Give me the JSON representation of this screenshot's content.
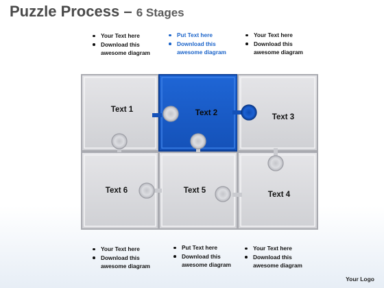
{
  "title": {
    "main": "Puzzle Process",
    "dash": "–",
    "sub": "6 Stages"
  },
  "top_notes": [
    {
      "items": [
        "Your Text here",
        "Download this awesome diagram"
      ]
    },
    {
      "items": [
        "Put Text here",
        "Download this awesome diagram"
      ]
    },
    {
      "items": [
        "Your Text here",
        "Download this awesome diagram"
      ]
    }
  ],
  "bottom_notes": [
    {
      "items": [
        "Your Text here",
        "Download this awesome diagram"
      ]
    },
    {
      "items": [
        "Put Text here",
        "Download this awesome diagram"
      ]
    },
    {
      "items": [
        "Your Text here",
        "Download this awesome diagram"
      ]
    }
  ],
  "pieces": {
    "top_left": "Text 1",
    "top_middle": "Text 2",
    "top_right": "Text 3",
    "bottom_right": "Text 4",
    "bottom_middle": "Text 5",
    "bottom_left": "Text 6"
  },
  "highlight_piece": "top_middle",
  "colors": {
    "piece_fill": "#dcdcdf",
    "piece_edge": "#a9aab0",
    "highlight_fill": "#1a5dc9",
    "highlight_edge": "#0c3f97"
  },
  "logo": "Your Logo"
}
